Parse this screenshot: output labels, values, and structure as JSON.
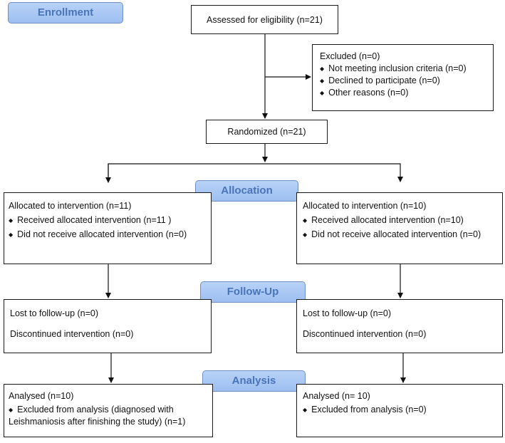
{
  "stages": {
    "enrollment": "Enrollment",
    "allocation": "Allocation",
    "follow_up": "Follow-Up",
    "analysis": "Analysis"
  },
  "assessed": "Assessed for eligibility (n=21)",
  "excluded": {
    "title": "Excluded  (n=0)",
    "items": [
      "Not meeting inclusion criteria (n=0)",
      "Declined to participate (n=0)",
      "Other reasons (n=0)"
    ]
  },
  "randomized": "Randomized (n=21)",
  "left": {
    "allocated": "Allocated to intervention (n=11)",
    "received": "Received allocated intervention (n=11  )",
    "not_received": "Did not receive allocated intervention (n=0)",
    "lost": "Lost to follow-up (n=0)",
    "discontinued": "Discontinued intervention (n=0)",
    "analysed": "Analysed  (n=10)",
    "excluded_analysis": "Excluded from analysis (diagnosed with Leishmaniosis after finishing the study) (n=1)"
  },
  "right": {
    "allocated": "Allocated to intervention (n=10)",
    "received": "Received allocated intervention (n=10)",
    "not_received": "Did not receive allocated intervention (n=0)",
    "lost": "Lost to follow-up (n=0)",
    "discontinued": "Discontinued intervention (n=0)",
    "analysed": "Analysed  (n= 10)",
    "excluded_analysis": "Excluded from analysis (n=0)"
  }
}
